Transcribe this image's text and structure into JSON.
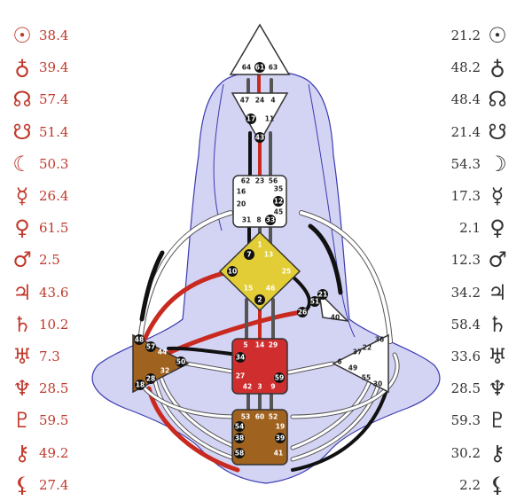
{
  "left_column": [
    {
      "planet": "sun-icon",
      "symbol": "☉",
      "value": "38.4"
    },
    {
      "planet": "earth-icon",
      "symbol": "♁",
      "value": "39.4"
    },
    {
      "planet": "north-node-icon",
      "symbol": "☊",
      "value": "57.4"
    },
    {
      "planet": "south-node-icon",
      "symbol": "☋",
      "value": "51.4"
    },
    {
      "planet": "moon-icon",
      "symbol": "☾",
      "value": "50.3"
    },
    {
      "planet": "mercury-icon",
      "symbol": "☿",
      "value": "26.4"
    },
    {
      "planet": "venus-icon",
      "symbol": "♀",
      "value": "61.5"
    },
    {
      "planet": "mars-icon",
      "symbol": "♂",
      "value": "2.5"
    },
    {
      "planet": "jupiter-icon",
      "symbol": "♃",
      "value": "43.6"
    },
    {
      "planet": "saturn-icon",
      "symbol": "♄",
      "value": "10.2"
    },
    {
      "planet": "uranus-icon",
      "symbol": "♅",
      "value": "7.3"
    },
    {
      "planet": "neptune-icon",
      "symbol": "♆",
      "value": "28.5"
    },
    {
      "planet": "pluto-icon",
      "symbol": "♇",
      "value": "59.5"
    },
    {
      "planet": "chiron-icon",
      "symbol": "⚷",
      "value": "49.2"
    },
    {
      "planet": "lilith-icon",
      "symbol": "⚸",
      "value": "27.4"
    }
  ],
  "right_column": [
    {
      "planet": "sun-icon",
      "symbol": "☉",
      "value": "21.2"
    },
    {
      "planet": "earth-icon",
      "symbol": "♁",
      "value": "48.2"
    },
    {
      "planet": "north-node-icon",
      "symbol": "☊",
      "value": "48.4"
    },
    {
      "planet": "south-node-icon",
      "symbol": "☋",
      "value": "21.4"
    },
    {
      "planet": "moon-icon",
      "symbol": "☽",
      "value": "54.3"
    },
    {
      "planet": "mercury-icon",
      "symbol": "☿",
      "value": "17.3"
    },
    {
      "planet": "venus-icon",
      "symbol": "♀",
      "value": "2.1"
    },
    {
      "planet": "mars-icon",
      "symbol": "♂",
      "value": "12.3"
    },
    {
      "planet": "jupiter-icon",
      "symbol": "♃",
      "value": "34.2"
    },
    {
      "planet": "saturn-icon",
      "symbol": "♄",
      "value": "58.4"
    },
    {
      "planet": "uranus-icon",
      "symbol": "♅",
      "value": "33.6"
    },
    {
      "planet": "neptune-icon",
      "symbol": "♆",
      "value": "28.5"
    },
    {
      "planet": "pluto-icon",
      "symbol": "♇",
      "value": "59.3"
    },
    {
      "planet": "chiron-icon",
      "symbol": "⚷",
      "value": "30.2"
    },
    {
      "planet": "lilith-icon",
      "symbol": "⚸",
      "value": "2.2"
    }
  ],
  "colors": {
    "left_accent": "#c0392b",
    "right_text": "#333333",
    "silhouette_fill": "#d3d3f4",
    "silhouette_stroke": "#3b3bb0",
    "g_center": "#e2cd36",
    "sacral": "#d02e2e",
    "motor": "#a0621f",
    "channel_red": "#c92a1f",
    "channel_black": "#111111"
  },
  "centers": [
    {
      "name": "head",
      "gates": [
        "64",
        "61",
        "63"
      ],
      "defined": false
    },
    {
      "name": "ajna",
      "gates": [
        "47",
        "24",
        "4",
        "17",
        "11",
        "43"
      ],
      "defined": false
    },
    {
      "name": "throat",
      "gates": [
        "62",
        "23",
        "56",
        "16",
        "35",
        "20",
        "12",
        "45",
        "31",
        "8",
        "33"
      ],
      "defined": false
    },
    {
      "name": "g",
      "gates": [
        "1",
        "7",
        "13",
        "10",
        "25",
        "15",
        "46",
        "2"
      ],
      "defined": true
    },
    {
      "name": "heart",
      "gates": [
        "21",
        "26",
        "51",
        "40"
      ],
      "defined": false
    },
    {
      "name": "sacral",
      "gates": [
        "5",
        "14",
        "29",
        "34",
        "27",
        "59",
        "42",
        "3",
        "9"
      ],
      "defined": true
    },
    {
      "name": "spleen",
      "gates": [
        "48",
        "57",
        "44",
        "50",
        "32",
        "28",
        "18"
      ],
      "defined": true
    },
    {
      "name": "solar-plexus",
      "gates": [
        "36",
        "22",
        "37",
        "6",
        "49",
        "55",
        "30"
      ],
      "defined": false
    },
    {
      "name": "root",
      "gates": [
        "53",
        "60",
        "52",
        "54",
        "19",
        "38",
        "39",
        "58",
        "41"
      ],
      "defined": true
    }
  ]
}
